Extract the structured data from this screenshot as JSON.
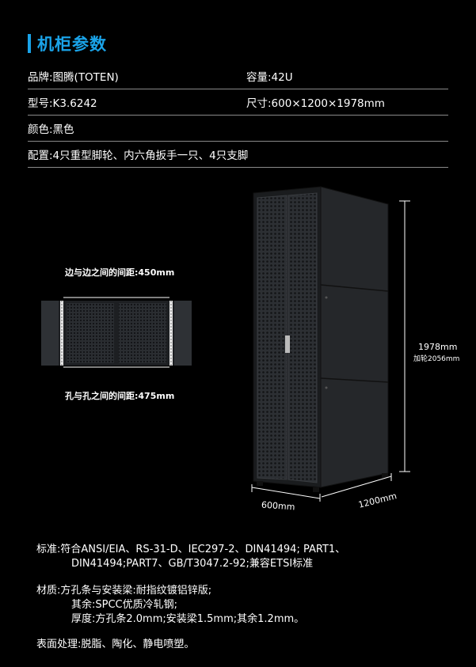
{
  "title": "机柜参数",
  "specs": {
    "brand": "品牌:图腾(TOTEN)",
    "capacity": "容量:42U",
    "model": "型号:K3.6242",
    "size": "尺寸:600×1200×1978mm",
    "color": "颜色:黑色",
    "config": "配置:4只重型脚轮、内六角扳手一只、4只支脚"
  },
  "diagram": {
    "edge_spacing": "边与边之间的间距:450mm",
    "hole_spacing": "孔与孔之间的间距:475mm",
    "height_label": "1978mm",
    "height_with_wheels": "加轮2056mm",
    "width_label": "600mm",
    "depth_label": "1200mm"
  },
  "notes": {
    "standard_line1": "标准:符合ANSI/EIA、RS-31-D、IEC297-2、DIN41494; PART1、",
    "standard_line2": "DIN41494;PART7、GB/T3047.2-92;兼容ETSI标准",
    "material_line1": "材质:方孔条与安装梁:耐指纹镀铝锌版;",
    "material_line2": "其余:SPCC优质冷轧钢;",
    "material_line3": "厚度:方孔条2.0mm;安装梁1.5mm;其余1.2mm。",
    "surface": "表面处理:脱脂、陶化、静电喷塑。"
  },
  "colors": {
    "accent": "#1aa3e8",
    "background": "#000000",
    "divider": "#8a8a8a"
  }
}
